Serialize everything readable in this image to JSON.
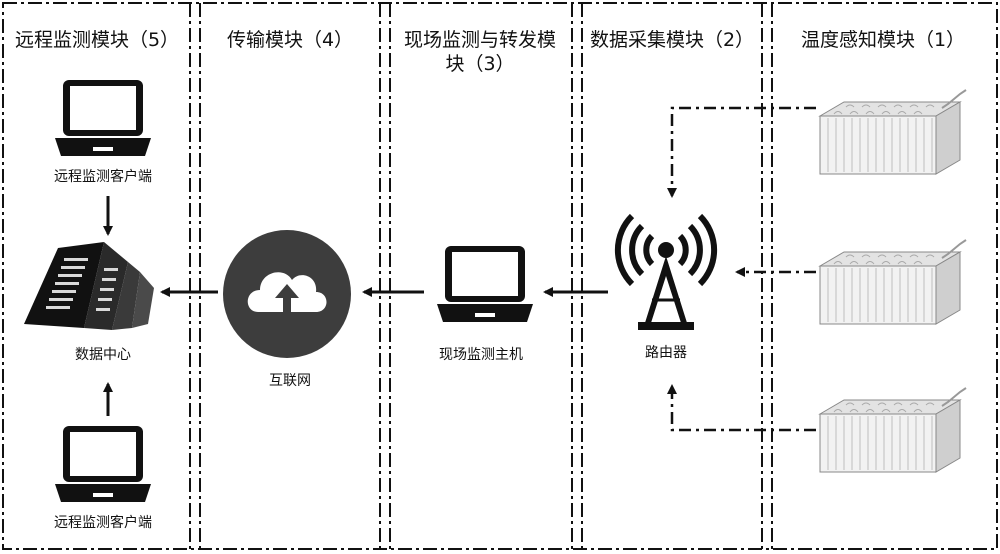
{
  "modules": [
    {
      "title": "远程监测模块（5）"
    },
    {
      "title": "传输模块（4）"
    },
    {
      "title": "现场监测与转发模块（3）"
    },
    {
      "title": "数据采集模块（2）"
    },
    {
      "title": "温度感知模块（1）"
    }
  ],
  "nodes": {
    "client_top": "远程监测客户端",
    "client_bottom": "远程监测客户端",
    "data_center": "数据中心",
    "internet": "互联网",
    "site_host": "现场监测主机",
    "router": "路由器"
  },
  "colors": {
    "line": "#111111",
    "cloud_circle": "#3d3d3d",
    "cloud": "#ffffff"
  }
}
